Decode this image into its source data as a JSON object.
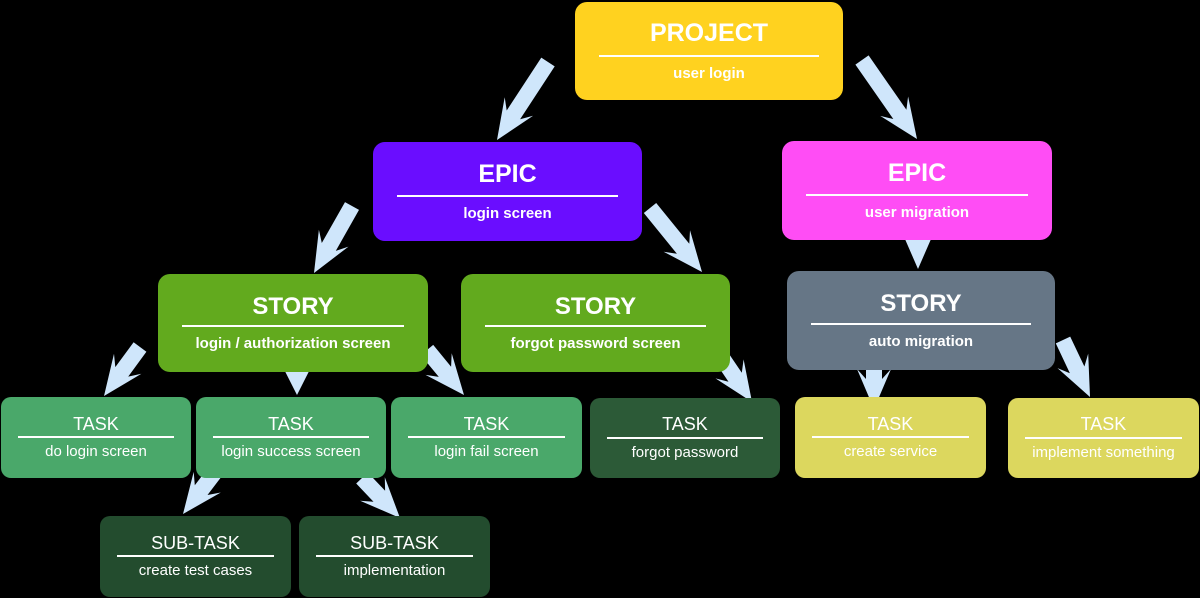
{
  "colors": {
    "background": "#000000",
    "arrow": "#cfe6fb",
    "project": "#ffd21f",
    "epic_login": "#6a0dff",
    "epic_migration": "#ff4df5",
    "story_green": "#62aa1e",
    "story_gray": "#667686",
    "task_green": "#4aa86a",
    "task_dark": "#2c5a37",
    "task_yellow": "#dcd75e",
    "subtask": "#234c2e"
  },
  "nodes": {
    "project": {
      "title": "PROJECT",
      "subtitle": "user login"
    },
    "epic_login": {
      "title": "EPIC",
      "subtitle": "login screen"
    },
    "epic_migration": {
      "title": "EPIC",
      "subtitle": "user migration"
    },
    "story_login": {
      "title": "STORY",
      "subtitle": "login / authorization screen"
    },
    "story_forgot": {
      "title": "STORY",
      "subtitle": "forgot password screen"
    },
    "story_auto": {
      "title": "STORY",
      "subtitle": "auto migration"
    },
    "task_do_login": {
      "title": "TASK",
      "subtitle": "do login screen"
    },
    "task_login_success": {
      "title": "TASK",
      "subtitle": "login success screen"
    },
    "task_login_fail": {
      "title": "TASK",
      "subtitle": "login fail screen"
    },
    "task_forgot": {
      "title": "TASK",
      "subtitle": "forgot password"
    },
    "task_create_service": {
      "title": "TASK",
      "subtitle": "create service"
    },
    "task_implement": {
      "title": "TASK",
      "subtitle": "implement something"
    },
    "subtask_test_cases": {
      "title": "SUB-TASK",
      "subtitle": "create test cases"
    },
    "subtask_implementation": {
      "title": "SUB-TASK",
      "subtitle": "implementation"
    }
  }
}
